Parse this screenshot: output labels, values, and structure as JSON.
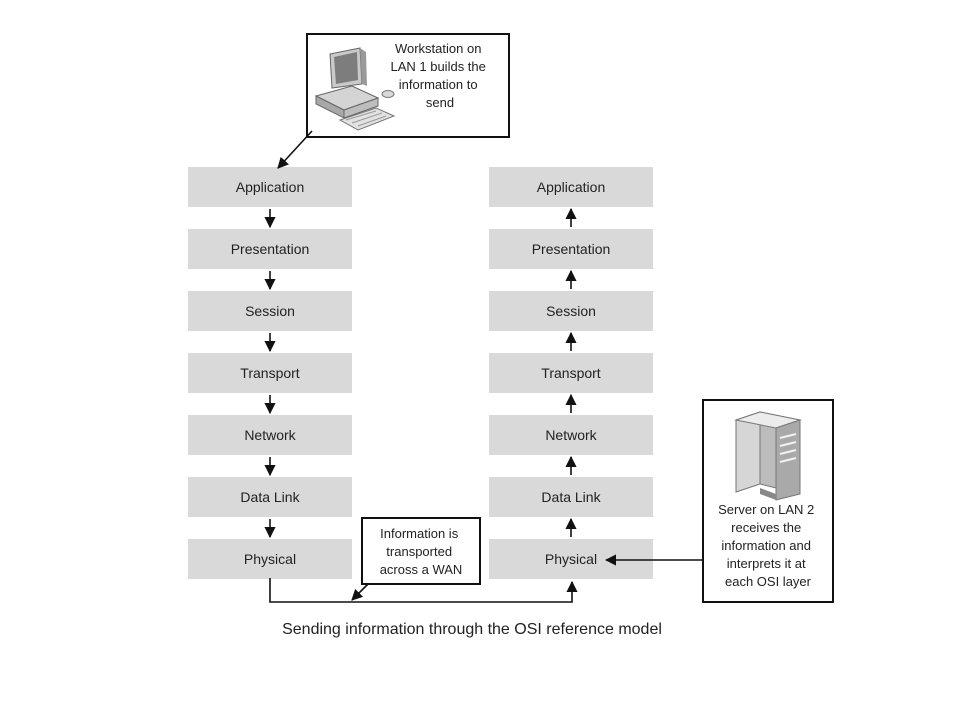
{
  "caption": "Sending information through the OSI reference model",
  "sender_stack": {
    "layers": [
      "Application",
      "Presentation",
      "Session",
      "Transport",
      "Network",
      "Data Link",
      "Physical"
    ],
    "direction": "down"
  },
  "receiver_stack": {
    "layers": [
      "Application",
      "Presentation",
      "Session",
      "Transport",
      "Network",
      "Data Link",
      "Physical"
    ],
    "direction": "up"
  },
  "callouts": {
    "workstation": [
      "Workstation on",
      "LAN 1 builds the",
      "information to",
      "send"
    ],
    "wan": [
      "Information is",
      "transported",
      "across a WAN"
    ],
    "server": [
      "Server on LAN 2",
      "receives the",
      "information and",
      "interprets it at",
      "each OSI layer"
    ]
  },
  "icons": {
    "workstation": "desktop-computer-icon",
    "server": "tower-server-icon"
  },
  "colors": {
    "layer_fill": "#d9d9d9",
    "ink": "#111111"
  }
}
